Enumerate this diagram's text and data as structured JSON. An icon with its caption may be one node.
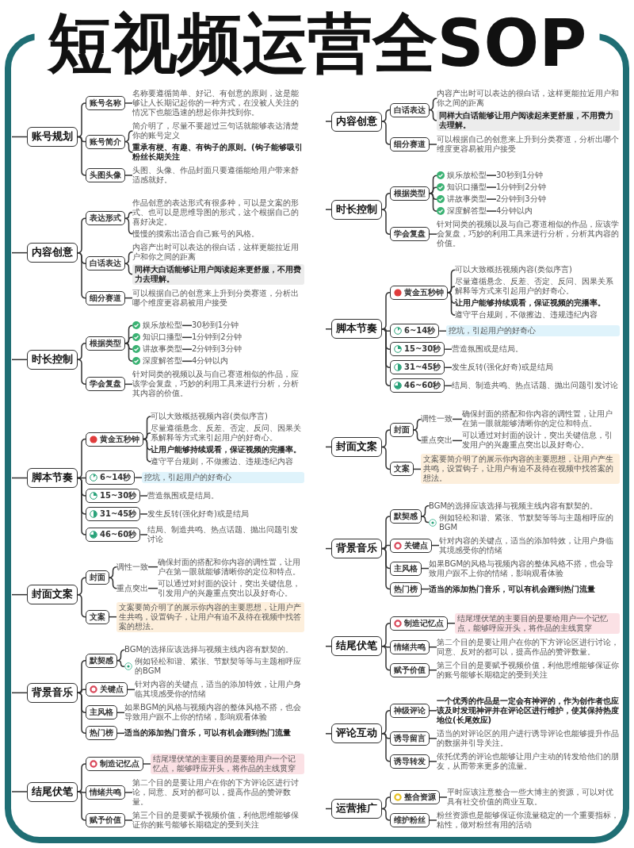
{
  "diagram": {
    "title": "短视频运营全SOP",
    "nodes": [
      {
        "text": [
          "账号规划"
        ]
      },
      {
        "text": [
          "账号名称"
        ]
      },
      {
        "text": [
          "名称要遵循简单、好记、有创意的原则，这是能够让人长期记起你的一种方式，在没被人关注的情况下也能迅速的想起你并找到你。"
        ]
      },
      {
        "text": [
          "账号简介"
        ]
      },
      {
        "text": [
          "简介明了，尽量不要超过三句话就能够表达清楚你的账号定义"
        ]
      },
      {
        "text": [
          "重承有梗、有趣、有钩子的原则。(钩子能够吸引粉丝长期关注"
        ]
      },
      {
        "text": [
          "头图头像"
        ]
      },
      {
        "text": [
          "头图、头像、作品封面只要遵循能给用户带来舒适感就好。"
        ]
      },
      {
        "text": [
          "内容创意"
        ]
      },
      {
        "text": [
          "表达形式"
        ]
      },
      {
        "text": [
          "作品创意的表达形式有很多种，可以是文案的形式、也可以是思维导图的形式，这个根据自己的喜好决定。"
        ]
      },
      {
        "text": [
          "慢慢的摸索出适合自己账号的风格。"
        ]
      },
      {
        "text": [
          "白话表达"
        ]
      },
      {
        "text": [
          "内容产出时可以表达的很白话，这样更能拉近用户和你之间的距离"
        ]
      },
      {
        "text": [
          "同样大白话能够让用户阅读起来更舒服，不用费力去理解。"
        ]
      },
      {
        "text": [
          "细分赛道"
        ]
      },
      {
        "text": [
          "可以根据自己的创意来上升到分类赛道，分析出哪个维度更容易被用户接受"
        ]
      },
      {
        "text": [
          "时长控制"
        ]
      },
      {
        "text": [
          "根据类型"
        ]
      },
      {
        "text": [
          "娱乐放松型"
        ]
      },
      {
        "text": [
          "30秒到1分钟"
        ]
      },
      {
        "text": [
          "知识口播型"
        ]
      },
      {
        "text": [
          "1分钟到2分钟"
        ]
      },
      {
        "text": [
          "讲故事类型"
        ]
      },
      {
        "text": [
          "2分钟到3分钟"
        ]
      },
      {
        "text": [
          "深度解答型"
        ]
      },
      {
        "text": [
          "4分钟以内"
        ]
      },
      {
        "text": [
          "学会复盘"
        ]
      },
      {
        "text": [
          "针对同类的视频以及与自己赛道相似的作品，应该学会复盘，巧妙的利用工具来进行分析，分析其内容的价值。"
        ]
      },
      {
        "text": [
          "脚本节奏"
        ]
      },
      {
        "text": [
          "黄金五秒钟"
        ]
      },
      {
        "text": [
          "可以大致概括视频内容(类似序言)"
        ]
      },
      {
        "text": [
          "尽量遵循悬念、反差、否定、反问、因果关系解释等方式来引起用户的好奇心。"
        ]
      },
      {
        "text": [
          "让用户能够持续观看，保证视频的完播率。"
        ]
      },
      {
        "text": [
          "遵守平台规则，不做擦边、违规违纪内容"
        ]
      },
      {
        "text": [
          "6~14秒"
        ]
      },
      {
        "text": [
          "挖坑，引起用户的好奇心"
        ]
      },
      {
        "text": [
          "15~30秒"
        ]
      },
      {
        "text": [
          "营造氛围或是结局。"
        ]
      },
      {
        "text": [
          "31~45秒"
        ]
      },
      {
        "text": [
          "发生反转(强化好奇)或是结局"
        ]
      },
      {
        "text": [
          "46~60秒"
        ]
      },
      {
        "text": [
          "结局、制造共鸣、热点话题、抛出问题引发讨论"
        ]
      },
      {
        "text": [
          "封面文案"
        ]
      },
      {
        "text": [
          "封面"
        ]
      },
      {
        "text": [
          "调性一致"
        ]
      },
      {
        "text": [
          "确保封面的搭配和你内容的调性置，让用户在第一眼就能够清晰你的定位和特点。"
        ]
      },
      {
        "text": [
          "重点突出"
        ]
      },
      {
        "text": [
          "可以通过对封面的设计，突出关键信息，引发用户的兴趣重点突出以及好奇心。"
        ]
      },
      {
        "text": [
          "文案"
        ]
      },
      {
        "text": [
          "文案要简介明了的展示你内容的主要思想，让用户产生共鸣，设置钩子，让用户有迫不及待在视频中找答案的想法。"
        ]
      },
      {
        "text": [
          "背景音乐"
        ]
      },
      {
        "text": [
          "默契感"
        ]
      },
      {
        "text": [
          "BGM的选择应该选择与视频主线内容有默契的。"
        ]
      },
      {
        "text": [
          "例如轻松和谐、紧张、节默契等等与主题相呼应的BGM"
        ]
      },
      {
        "text": [
          "关键点"
        ]
      },
      {
        "text": [
          "针对内容的关键点，适当的添加特效，让用户身临其境感受你的情绪"
        ]
      },
      {
        "text": [
          "主风格"
        ]
      },
      {
        "text": [
          "如果BGM的风格与视频内容的整体风格不搭，也会导致用户跟不上你的情绪，影响观看体验"
        ]
      },
      {
        "text": [
          "热门榜"
        ]
      },
      {
        "text": [
          "适当的添加热门音乐，可以有机会蹭到热门流量"
        ]
      },
      {
        "text": [
          "结尾伏笔"
        ]
      },
      {
        "text": [
          "制造记忆点"
        ]
      },
      {
        "text": [
          "结尾埋伏笔的主要目的是要给用户一个记忆点，能够呼应开头，将作品的主线贯穿"
        ]
      },
      {
        "text": [
          "情绪共鸣"
        ]
      },
      {
        "text": [
          "第二个目的是要让用户在你的下方评论区进行讨论，同意、反对的都可以，提高作品的赞评数量。"
        ]
      },
      {
        "text": [
          "赋予价值"
        ]
      },
      {
        "text": [
          "第三个目的是要赋予视频价值，利他思维能够保证你的账号能够长期稳定的受到关注"
        ]
      },
      {
        "text": [
          "内容创意"
        ]
      },
      {
        "text": [
          "白话表达"
        ]
      },
      {
        "text": [
          "内容产出时可以表达的很白话，这样更能拉近用户和你之间的距离"
        ]
      },
      {
        "text": [
          "同样大白话能够让用户阅读起来更舒服，不用费力去理解。"
        ]
      },
      {
        "text": [
          "细分赛道"
        ]
      },
      {
        "text": [
          "可以根据自己的创意来上升到分类赛道，分析出哪个维度更容易被用户接受"
        ]
      },
      {
        "text": [
          "时长控制"
        ]
      },
      {
        "text": [
          "根据类型"
        ]
      },
      {
        "text": [
          "娱乐放松型"
        ]
      },
      {
        "text": [
          "30秒到1分钟"
        ]
      },
      {
        "text": [
          "知识口播型"
        ]
      },
      {
        "text": [
          "1分钟到2分钟"
        ]
      },
      {
        "text": [
          "讲故事类型"
        ]
      },
      {
        "text": [
          "2分钟到3分钟"
        ]
      },
      {
        "text": [
          "深度解答型"
        ]
      },
      {
        "text": [
          "4分钟以内"
        ]
      },
      {
        "text": [
          "学会复盘"
        ]
      },
      {
        "text": [
          "针对同类的视频以及与自己赛道相似的作品，应该学会复盘，巧妙的利用工具来进行分析，分析其内容的价值。"
        ]
      },
      {
        "text": [
          "脚本节奏"
        ]
      },
      {
        "text": [
          "黄金五秒钟"
        ]
      },
      {
        "text": [
          "可以大致概括视频内容(类似序言)"
        ]
      },
      {
        "text": [
          "尽量遵循悬念、反差、否定、反问、因果关系解释等方式来引起用户的好奇心。"
        ]
      },
      {
        "text": [
          "让用户能够持续观看，保证视频的完播率。"
        ]
      },
      {
        "text": [
          "遵守平台规则，不做擦边、违规违纪内容"
        ]
      },
      {
        "text": [
          "6~14秒"
        ]
      },
      {
        "text": [
          "挖坑，引起用户的好奇心"
        ]
      },
      {
        "text": [
          "15~30秒"
        ]
      },
      {
        "text": [
          "营造氛围或是结局。"
        ]
      },
      {
        "text": [
          "31~45秒"
        ]
      },
      {
        "text": [
          "发生反转(强化好奇)或是结局"
        ]
      },
      {
        "text": [
          "46~60秒"
        ]
      },
      {
        "text": [
          "结局、制造共鸣、热点话题、抛出问题引发讨论"
        ]
      },
      {
        "text": [
          "封面文案"
        ]
      },
      {
        "text": [
          "封面"
        ]
      },
      {
        "text": [
          "调性一致"
        ]
      },
      {
        "text": [
          "确保封面的搭配和你内容的调性置，让用户在第一眼就能够清晰你的定位和特点。"
        ]
      },
      {
        "text": [
          "重点突出"
        ]
      },
      {
        "text": [
          "可以通过对封面的设计，突出关键信息，引发用户的兴趣重点突出以及好奇心。"
        ]
      },
      {
        "text": [
          "文案"
        ]
      },
      {
        "text": [
          "文案要简介明了的展示你内容的主要思想，让用户产生共鸣，设置钩子，让用户有迫不及待在视频中找答案的想法。"
        ]
      },
      {
        "text": [
          "背景音乐"
        ]
      },
      {
        "text": [
          "默契感"
        ]
      },
      {
        "text": [
          "BGM的选择应该选择与视频主线内容有默契的。"
        ]
      },
      {
        "text": [
          "例如轻松和谐、紧张、节默契等等与主题相呼应的BGM"
        ]
      },
      {
        "text": [
          "关键点"
        ]
      },
      {
        "text": [
          "针对内容的关键点，适当的添加特效，让用户身临其境感受你的情绪"
        ]
      },
      {
        "text": [
          "主风格"
        ]
      },
      {
        "text": [
          "如果BGM的风格与视频内容的整体风格不搭，也会导致用户跟不上你的情绪，影响观看体验"
        ]
      },
      {
        "text": [
          "热门榜"
        ]
      },
      {
        "text": [
          "适当的添加热门音乐，可以有机会蹭到热门流量"
        ]
      },
      {
        "text": [
          "结尾伏笔"
        ]
      },
      {
        "text": [
          "制造记忆点"
        ]
      },
      {
        "text": [
          "结尾埋伏笔的主要目的是要给用户一个记忆点，能够呼应开头，将作品的主线贯穿"
        ]
      },
      {
        "text": [
          "情绪共鸣"
        ]
      },
      {
        "text": [
          "第二个目的是要让用户在你的下方评论区进行讨论，同意、反对的都可以，提高作品的赞评数量。"
        ]
      },
      {
        "text": [
          "赋予价值"
        ]
      },
      {
        "text": [
          "第三个目的是要赋予视频价值，利他思维能够保证你的账号能够长期稳定的受到关注"
        ]
      },
      {
        "text": [
          "评论互动"
        ]
      },
      {
        "text": [
          "神级评论"
        ]
      },
      {
        "text": [
          "一个优秀的作品是一定会有神评的，作为创作者也应该及时发现神评并在评论区进行维护，使其保持热度地位(长尾效应)"
        ]
      },
      {
        "text": [
          "诱导留言"
        ]
      },
      {
        "text": [
          "适当的对评论区的用户进行诱导评论也能够提升作品的数据并引导关注。"
        ]
      },
      {
        "text": [
          "诱导转发"
        ]
      },
      {
        "text": [
          "依托优秀的评论也能够让用户主动的转发给他们的朋友，从而带来更多的流量。"
        ]
      },
      {
        "text": [
          "运营推广"
        ]
      },
      {
        "text": [
          "整合资源"
        ]
      },
      {
        "text": [
          "平时应该注意整合一些大博主的资源，可以对优具有社交价值的商业互取。"
        ]
      },
      {
        "text": [
          "维护粉丝"
        ]
      },
      {
        "text": [
          "粉丝资源也是能够保证你流量稳定的一个重要指标，粘性，做对粉丝有用的活动"
        ]
      }
    ],
    "edges": [
      {
        "from": null,
        "to": 0,
        "arrow": "none"
      },
      {
        "from": 0,
        "to": 1,
        "arrow": "none"
      },
      {
        "from": 1,
        "to": 2,
        "arrow": "none"
      },
      {
        "from": 0,
        "to": 3,
        "arrow": "none"
      },
      {
        "from": 3,
        "to": 4,
        "arrow": "none"
      },
      {
        "from": 3,
        "to": 5,
        "arrow": "none"
      },
      {
        "from": 0,
        "to": 6,
        "arrow": "none"
      },
      {
        "from": 6,
        "to": 7,
        "arrow": "none"
      },
      {
        "from": null,
        "to": 8,
        "arrow": "none"
      },
      {
        "from": 8,
        "to": 9,
        "arrow": "none"
      },
      {
        "from": 9,
        "to": 10,
        "arrow": "none"
      },
      {
        "from": 9,
        "to": 11,
        "arrow": "none"
      },
      {
        "from": 8,
        "to": 12,
        "arrow": "none"
      },
      {
        "from": 12,
        "to": 13,
        "arrow": "none"
      },
      {
        "from": 12,
        "to": 14,
        "arrow": "none"
      },
      {
        "from": 8,
        "to": 15,
        "arrow": "none"
      },
      {
        "from": 15,
        "to": 16,
        "arrow": "none"
      },
      {
        "from": null,
        "to": 17,
        "arrow": "none"
      },
      {
        "from": 17,
        "to": 18,
        "arrow": "none"
      },
      {
        "from": 18,
        "to": 19,
        "arrow": "none"
      },
      {
        "from": 19,
        "to": 20,
        "arrow": "none"
      },
      {
        "from": 18,
        "to": 21,
        "arrow": "none"
      },
      {
        "from": 21,
        "to": 22,
        "arrow": "none"
      },
      {
        "from": 18,
        "to": 23,
        "arrow": "none"
      },
      {
        "from": 23,
        "to": 24,
        "arrow": "none"
      },
      {
        "from": 18,
        "to": 25,
        "arrow": "none"
      },
      {
        "from": 25,
        "to": 26,
        "arrow": "none"
      },
      {
        "from": 17,
        "to": 27,
        "arrow": "none"
      },
      {
        "from": 27,
        "to": 28,
        "arrow": "none"
      },
      {
        "from": null,
        "to": 29,
        "arrow": "none"
      },
      {
        "from": 29,
        "to": 30,
        "arrow": "none"
      },
      {
        "from": 30,
        "to": 31,
        "arrow": "none"
      },
      {
        "from": 30,
        "to": 32,
        "arrow": "none"
      },
      {
        "from": 30,
        "to": 33,
        "arrow": "none"
      },
      {
        "from": 30,
        "to": 34,
        "arrow": "none"
      },
      {
        "from": 29,
        "to": 35,
        "arrow": "none"
      },
      {
        "from": 35,
        "to": 36,
        "arrow": "none"
      },
      {
        "from": 29,
        "to": 37,
        "arrow": "none"
      },
      {
        "from": 37,
        "to": 38,
        "arrow": "none"
      },
      {
        "from": 29,
        "to": 39,
        "arrow": "none"
      },
      {
        "from": 39,
        "to": 40,
        "arrow": "none"
      },
      {
        "from": 29,
        "to": 41,
        "arrow": "none"
      },
      {
        "from": 41,
        "to": 42,
        "arrow": "none"
      },
      {
        "from": null,
        "to": 43,
        "arrow": "none"
      },
      {
        "from": 43,
        "to": 44,
        "arrow": "none"
      },
      {
        "from": 44,
        "to": 45,
        "arrow": "none"
      },
      {
        "from": 45,
        "to": 46,
        "arrow": "none"
      },
      {
        "from": 44,
        "to": 47,
        "arrow": "none"
      },
      {
        "from": 47,
        "to": 48,
        "arrow": "none"
      },
      {
        "from": 43,
        "to": 49,
        "arrow": "none"
      },
      {
        "from": 49,
        "to": 50,
        "arrow": "none"
      },
      {
        "from": null,
        "to": 51,
        "arrow": "none"
      },
      {
        "from": 51,
        "to": 52,
        "arrow": "none"
      },
      {
        "from": 52,
        "to": 53,
        "arrow": "none"
      },
      {
        "from": 52,
        "to": 54,
        "arrow": "none"
      },
      {
        "from": 51,
        "to": 55,
        "arrow": "none"
      },
      {
        "from": 55,
        "to": 56,
        "arrow": "none"
      },
      {
        "from": 51,
        "to": 57,
        "arrow": "none"
      },
      {
        "from": 57,
        "to": 58,
        "arrow": "none"
      },
      {
        "from": 51,
        "to": 59,
        "arrow": "none"
      },
      {
        "from": 59,
        "to": 60,
        "arrow": "none"
      },
      {
        "from": null,
        "to": 61,
        "arrow": "none"
      },
      {
        "from": 61,
        "to": 62,
        "arrow": "none"
      },
      {
        "from": 62,
        "to": 63,
        "arrow": "none"
      },
      {
        "from": 61,
        "to": 64,
        "arrow": "none"
      },
      {
        "from": 64,
        "to": 65,
        "arrow": "none"
      },
      {
        "from": 61,
        "to": 66,
        "arrow": "none"
      },
      {
        "from": 66,
        "to": 67,
        "arrow": "none"
      },
      {
        "from": null,
        "to": 68,
        "arrow": "none"
      },
      {
        "from": 68,
        "to": 69,
        "arrow": "none"
      },
      {
        "from": 69,
        "to": 70,
        "arrow": "none"
      },
      {
        "from": 69,
        "to": 71,
        "arrow": "none"
      },
      {
        "from": 68,
        "to": 72,
        "arrow": "none"
      },
      {
        "from": 72,
        "to": 73,
        "arrow": "none"
      },
      {
        "from": null,
        "to": 74,
        "arrow": "none"
      },
      {
        "from": 74,
        "to": 75,
        "arrow": "none"
      },
      {
        "from": 75,
        "to": 76,
        "arrow": "none"
      },
      {
        "from": 76,
        "to": 77,
        "arrow": "none"
      },
      {
        "from": 75,
        "to": 78,
        "arrow": "none"
      },
      {
        "from": 78,
        "to": 79,
        "arrow": "none"
      },
      {
        "from": 75,
        "to": 80,
        "arrow": "none"
      },
      {
        "from": 80,
        "to": 81,
        "arrow": "none"
      },
      {
        "from": 75,
        "to": 82,
        "arrow": "none"
      },
      {
        "from": 82,
        "to": 83,
        "arrow": "none"
      },
      {
        "from": 74,
        "to": 84,
        "arrow": "none"
      },
      {
        "from": 84,
        "to": 85,
        "arrow": "none"
      },
      {
        "from": null,
        "to": 86,
        "arrow": "none"
      },
      {
        "from": 86,
        "to": 87,
        "arrow": "none"
      },
      {
        "from": 87,
        "to": 88,
        "arrow": "none"
      },
      {
        "from": 87,
        "to": 89,
        "arrow": "none"
      },
      {
        "from": 87,
        "to": 90,
        "arrow": "none"
      },
      {
        "from": 87,
        "to": 91,
        "arrow": "none"
      },
      {
        "from": 86,
        "to": 92,
        "arrow": "none"
      },
      {
        "from": 92,
        "to": 93,
        "arrow": "none"
      },
      {
        "from": 86,
        "to": 94,
        "arrow": "none"
      },
      {
        "from": 94,
        "to": 95,
        "arrow": "none"
      },
      {
        "from": 86,
        "to": 96,
        "arrow": "none"
      },
      {
        "from": 96,
        "to": 97,
        "arrow": "none"
      },
      {
        "from": 86,
        "to": 98,
        "arrow": "none"
      },
      {
        "from": 98,
        "to": 99,
        "arrow": "none"
      },
      {
        "from": null,
        "to": 100,
        "arrow": "none"
      },
      {
        "from": 100,
        "to": 101,
        "arrow": "none"
      },
      {
        "from": 101,
        "to": 102,
        "arrow": "none"
      },
      {
        "from": 102,
        "to": 103,
        "arrow": "none"
      },
      {
        "from": 101,
        "to": 104,
        "arrow": "none"
      },
      {
        "from": 104,
        "to": 105,
        "arrow": "none"
      },
      {
        "from": 100,
        "to": 106,
        "arrow": "none"
      },
      {
        "from": 106,
        "to": 107,
        "arrow": "none"
      },
      {
        "from": null,
        "to": 108,
        "arrow": "none"
      },
      {
        "from": 108,
        "to": 109,
        "arrow": "none"
      },
      {
        "from": 109,
        "to": 110,
        "arrow": "none"
      },
      {
        "from": 109,
        "to": 111,
        "arrow": "none"
      },
      {
        "from": 108,
        "to": 112,
        "arrow": "none"
      },
      {
        "from": 112,
        "to": 113,
        "arrow": "none"
      },
      {
        "from": 108,
        "to": 114,
        "arrow": "none"
      },
      {
        "from": 114,
        "to": 115,
        "arrow": "none"
      },
      {
        "from": 108,
        "to": 116,
        "arrow": "none"
      },
      {
        "from": 116,
        "to": 117,
        "arrow": "none"
      },
      {
        "from": null,
        "to": 118,
        "arrow": "none"
      },
      {
        "from": 118,
        "to": 119,
        "arrow": "none"
      },
      {
        "from": 119,
        "to": 120,
        "arrow": "none"
      },
      {
        "from": 118,
        "to": 121,
        "arrow": "none"
      },
      {
        "from": 121,
        "to": 122,
        "arrow": "none"
      },
      {
        "from": 118,
        "to": 123,
        "arrow": "none"
      },
      {
        "from": 123,
        "to": 124,
        "arrow": "none"
      },
      {
        "from": null,
        "to": 125,
        "arrow": "none"
      },
      {
        "from": 125,
        "to": 126,
        "arrow": "none"
      },
      {
        "from": 126,
        "to": 127,
        "arrow": "none"
      },
      {
        "from": 125,
        "to": 128,
        "arrow": "none"
      },
      {
        "from": 128,
        "to": 129,
        "arrow": "none"
      },
      {
        "from": 125,
        "to": 130,
        "arrow": "none"
      },
      {
        "from": 130,
        "to": 131,
        "arrow": "none"
      },
      {
        "from": null,
        "to": 132,
        "arrow": "none"
      },
      {
        "from": 132,
        "to": 133,
        "arrow": "none"
      },
      {
        "from": 133,
        "to": 134,
        "arrow": "none"
      },
      {
        "from": 132,
        "to": 135,
        "arrow": "none"
      },
      {
        "from": 135,
        "to": 136,
        "arrow": "none"
      }
    ]
  }
}
